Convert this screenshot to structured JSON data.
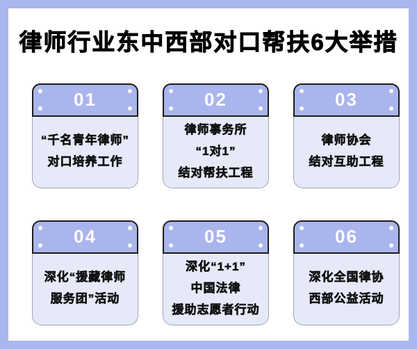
{
  "title": "律师行业东中西部对口帮扶6大举措",
  "cards": [
    {
      "number": "01",
      "lines": [
        "“千名青年律师”",
        "对口培养工作"
      ]
    },
    {
      "number": "02",
      "lines": [
        "律师事务所",
        "“1对1”",
        "结对帮扶工程"
      ]
    },
    {
      "number": "03",
      "lines": [
        "律师协会",
        "结对互助工程"
      ]
    },
    {
      "number": "04",
      "lines": [
        "深化“援藏律师",
        "服务团”活动"
      ]
    },
    {
      "number": "05",
      "lines": [
        "深化“1+1”",
        "中国法律",
        "援助志愿者行动"
      ]
    },
    {
      "number": "06",
      "lines": [
        "深化全国律协",
        "西部公益活动"
      ]
    }
  ],
  "colors": {
    "frame_border": "#aab6ee",
    "background": "#ffffff",
    "header_fill": "#a9b5ec",
    "header_border": "#1b1b1b",
    "body_fill": "#e6e9f8",
    "body_border": "#9fa4b4",
    "title_color": "#000000",
    "number_color": "#ffffff",
    "text_color": "#111111"
  }
}
